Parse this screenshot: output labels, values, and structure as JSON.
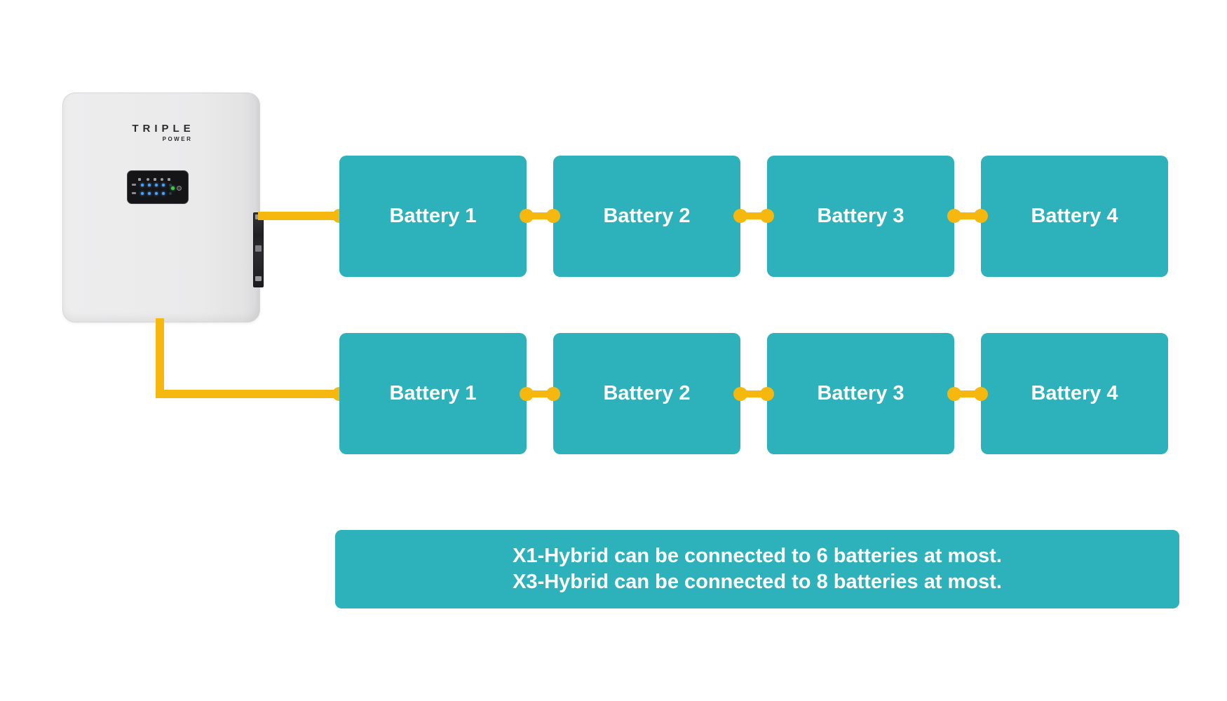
{
  "device": {
    "brand_line1": "TRIPLE",
    "brand_line2": "POWER"
  },
  "rows": [
    {
      "name": "battery-string-1",
      "items": [
        "Battery 1",
        "Battery 2",
        "Battery 3",
        "Battery 4"
      ]
    },
    {
      "name": "battery-string-2",
      "items": [
        "Battery 1",
        "Battery 2",
        "Battery 3",
        "Battery 4"
      ]
    }
  ],
  "note": {
    "line1": "X1-Hybrid can be connected to 6 batteries at most.",
    "line2": "X3-Hybrid can be connected to 8 batteries at most."
  },
  "colors": {
    "battery_teal": "#2db1ba",
    "cable_yellow": "#f6b70e",
    "device_gray": "#e9e9ea",
    "panel_black": "#151517",
    "led_blue": "#4aa3ff",
    "led_green": "#3fcb4a",
    "text_white": "#ffffff"
  }
}
